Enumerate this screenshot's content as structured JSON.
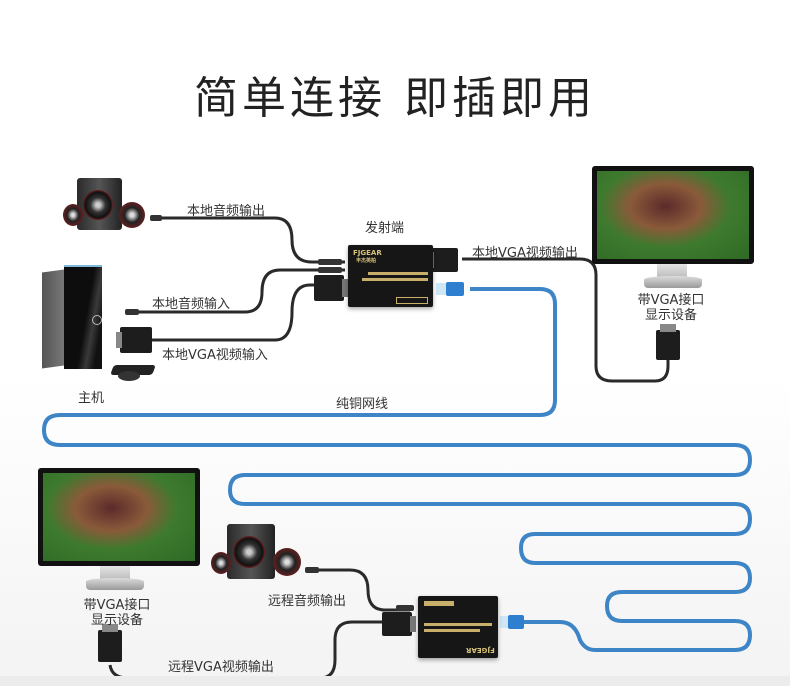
{
  "title": "简单连接  即插即用",
  "colors": {
    "network_cable": "#3d85c6",
    "av_cable": "#2a2a2a",
    "device": "#161616",
    "brand_text": "#d8c27a"
  },
  "transmitter": {
    "label": "发射端",
    "brand": "FJGEAR",
    "brand_cn": "丰杰英柏",
    "connections": {
      "audio_out": "本地音频输出",
      "audio_in": "本地音频输入",
      "vga_in": "本地VGA视频输入",
      "vga_out": "本地VGA视频输出"
    }
  },
  "host": {
    "label": "主机"
  },
  "network": {
    "label": "纯铜网线"
  },
  "local_display": {
    "label_line1": "带VGA接口",
    "label_line2": "显示设备"
  },
  "receiver": {
    "brand": "FJGEAR",
    "connections": {
      "audio_out": "远程音频输出",
      "vga_out": "远程VGA视频输出"
    }
  },
  "remote_display": {
    "label_line1": "带VGA接口",
    "label_line2": "显示设备"
  }
}
